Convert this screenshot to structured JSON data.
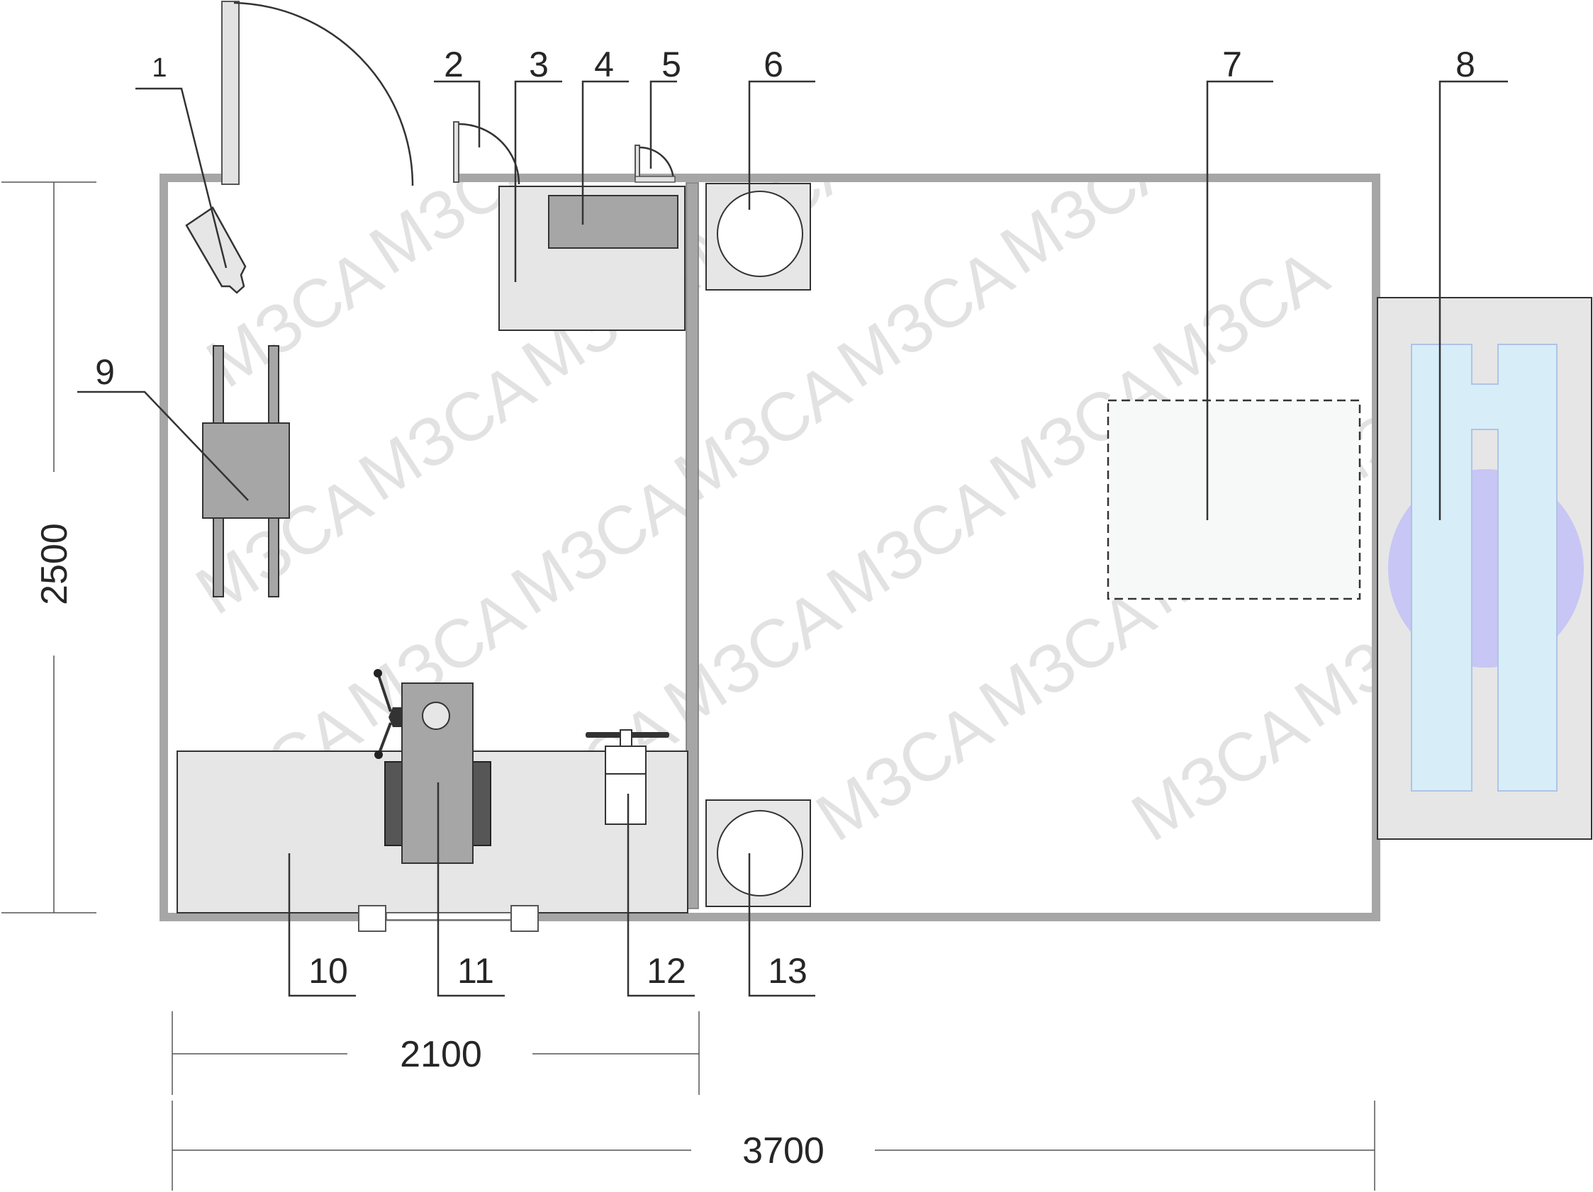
{
  "watermark": "МЗСА",
  "callouts": [
    "1",
    "2",
    "3",
    "4",
    "5",
    "6",
    "7",
    "8",
    "9",
    "10",
    "11",
    "12",
    "13"
  ],
  "dimensions": {
    "height": "2500",
    "left_width": "2100",
    "total_width": "3700"
  },
  "colors": {
    "wall": "#a6a6a6",
    "equipment": "#a6a6a6",
    "panel": "#e6e6e6",
    "dark_equipment": "#565656",
    "lift_frame": "#d7eef9",
    "lift_disc": "#c8c6f4",
    "floor": "#ffffff"
  }
}
